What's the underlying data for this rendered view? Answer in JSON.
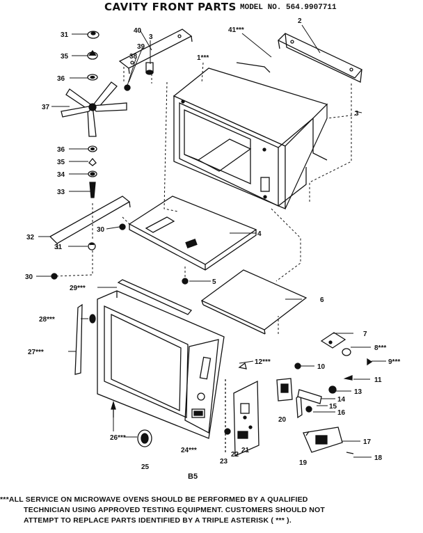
{
  "header": {
    "title": "CAVITY FRONT PARTS",
    "model": "MODEL NO. 564.9907711"
  },
  "parts": [
    {
      "key": "p1",
      "label": "1***"
    },
    {
      "key": "p2",
      "label": "2"
    },
    {
      "key": "p3a",
      "label": "3"
    },
    {
      "key": "p3b",
      "label": "3"
    },
    {
      "key": "p4",
      "label": "4"
    },
    {
      "key": "p5",
      "label": "5"
    },
    {
      "key": "p6",
      "label": "6"
    },
    {
      "key": "p7",
      "label": "7"
    },
    {
      "key": "p8",
      "label": "8***"
    },
    {
      "key": "p9",
      "label": "9***"
    },
    {
      "key": "p10",
      "label": "10"
    },
    {
      "key": "p11",
      "label": "11"
    },
    {
      "key": "p12",
      "label": "12***"
    },
    {
      "key": "p13",
      "label": "13"
    },
    {
      "key": "p14",
      "label": "14"
    },
    {
      "key": "p15",
      "label": "15"
    },
    {
      "key": "p16",
      "label": "16"
    },
    {
      "key": "p17",
      "label": "17"
    },
    {
      "key": "p18",
      "label": "18"
    },
    {
      "key": "p19",
      "label": "19"
    },
    {
      "key": "p20",
      "label": "20"
    },
    {
      "key": "p21",
      "label": "21"
    },
    {
      "key": "p22",
      "label": "22"
    },
    {
      "key": "p23",
      "label": "23"
    },
    {
      "key": "p24",
      "label": "24***"
    },
    {
      "key": "p25",
      "label": "25"
    },
    {
      "key": "p26",
      "label": "26***"
    },
    {
      "key": "p27",
      "label": "27***"
    },
    {
      "key": "p28",
      "label": "28***"
    },
    {
      "key": "p29",
      "label": "29***"
    },
    {
      "key": "p30a",
      "label": "30"
    },
    {
      "key": "p30b",
      "label": "30"
    },
    {
      "key": "p31a",
      "label": "31"
    },
    {
      "key": "p31b",
      "label": "31"
    },
    {
      "key": "p32",
      "label": "32"
    },
    {
      "key": "p33",
      "label": "33"
    },
    {
      "key": "p34",
      "label": "34"
    },
    {
      "key": "p35a",
      "label": "35"
    },
    {
      "key": "p35b",
      "label": "35"
    },
    {
      "key": "p36a",
      "label": "36"
    },
    {
      "key": "p36b",
      "label": "36"
    },
    {
      "key": "p37",
      "label": "37"
    },
    {
      "key": "p38",
      "label": "38"
    },
    {
      "key": "p39",
      "label": "39"
    },
    {
      "key": "p40",
      "label": "40"
    },
    {
      "key": "p41",
      "label": "41***"
    }
  ],
  "footer": {
    "code": "B5",
    "note_line1": "***ALL SERVICE ON MICROWAVE OVENS SHOULD BE PERFORMED BY A QUALIFIED",
    "note_line2": "TECHNICIAN USING APPROVED TESTING EQUIPMENT. CUSTOMERS SHOULD NOT",
    "note_line3": "ATTEMPT TO REPLACE PARTS IDENTIFIED BY A TRIPLE ASTERISK ( *** )."
  }
}
